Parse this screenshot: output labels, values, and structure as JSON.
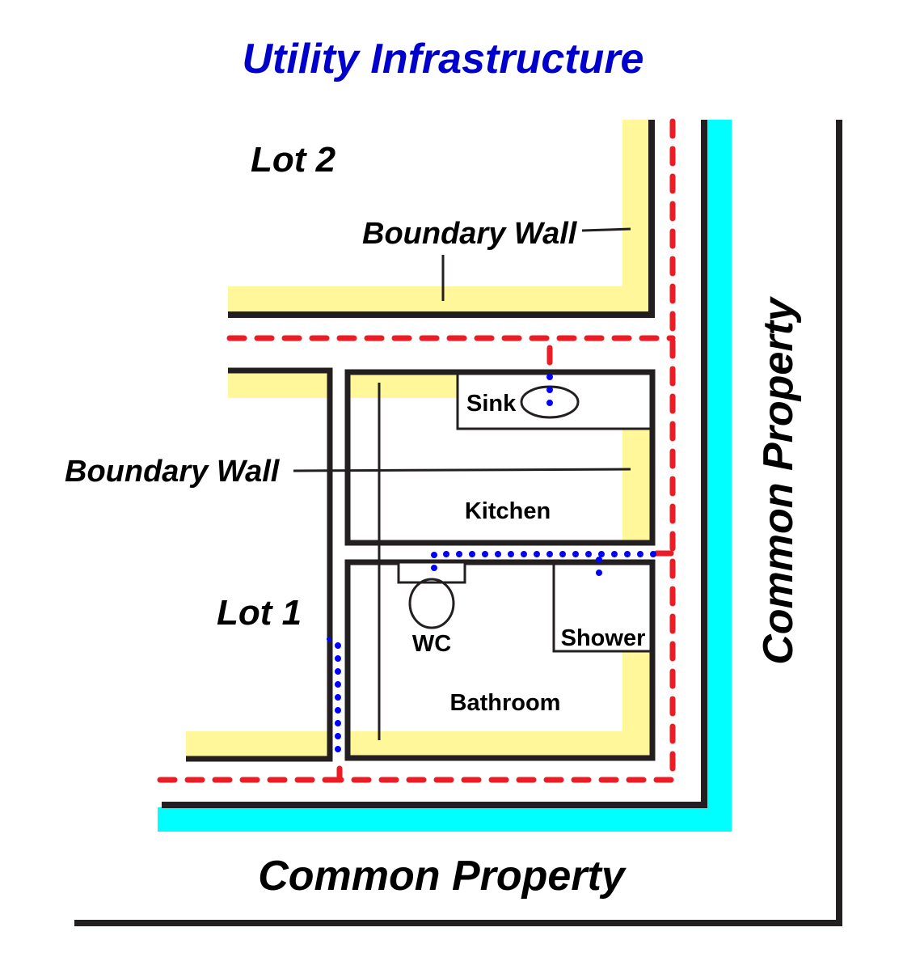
{
  "title": "Utility Infrastructure",
  "labels": {
    "lot2": "Lot 2",
    "lot1": "Lot 1",
    "boundary_wall_top": "Boundary Wall",
    "boundary_wall_left": "Boundary Wall",
    "common_property_bottom": "Common Property",
    "common_property_right": "Common Property"
  },
  "rooms": {
    "sink": "Sink",
    "kitchen": "Kitchen",
    "wc": "WC",
    "shower": "Shower",
    "bathroom": "Bathroom"
  },
  "colors": {
    "title": "#0000cc",
    "wall": "#231f20",
    "boundary_fill": "#fff799",
    "common_edge": "#00ffff",
    "red_service": "#ed1c24",
    "blue_service": "#0000ff"
  }
}
